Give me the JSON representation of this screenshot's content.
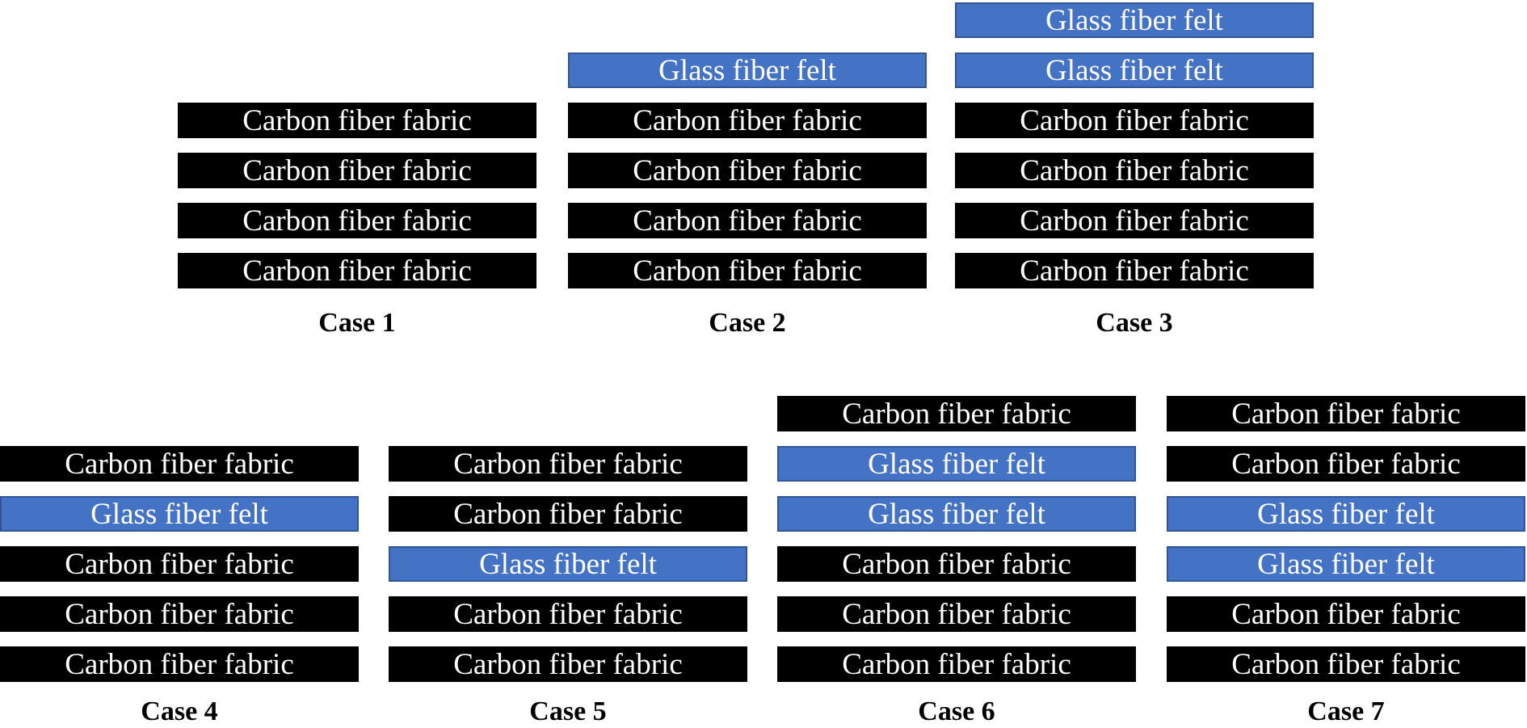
{
  "labels": {
    "carbon": "Carbon fiber fabric",
    "glass": "Glass fiber felt"
  },
  "colors": {
    "carbon_fill": "#000000",
    "glass_fill": "#4472c4",
    "layer_text": "#ffffff"
  },
  "cases": [
    {
      "caption": "Case 1",
      "layers": [
        "carbon",
        "carbon",
        "carbon",
        "carbon"
      ]
    },
    {
      "caption": "Case 2",
      "layers": [
        "glass",
        "carbon",
        "carbon",
        "carbon",
        "carbon"
      ]
    },
    {
      "caption": "Case 3",
      "layers": [
        "glass",
        "glass",
        "carbon",
        "carbon",
        "carbon",
        "carbon"
      ]
    },
    {
      "caption": "Case 4",
      "layers": [
        "carbon",
        "glass",
        "carbon",
        "carbon",
        "carbon"
      ]
    },
    {
      "caption": "Case 5",
      "layers": [
        "carbon",
        "carbon",
        "glass",
        "carbon",
        "carbon"
      ]
    },
    {
      "caption": "Case 6",
      "layers": [
        "carbon",
        "glass",
        "glass",
        "carbon",
        "carbon",
        "carbon"
      ]
    },
    {
      "caption": "Case 7",
      "layers": [
        "carbon",
        "carbon",
        "glass",
        "glass",
        "carbon",
        "carbon"
      ]
    }
  ]
}
